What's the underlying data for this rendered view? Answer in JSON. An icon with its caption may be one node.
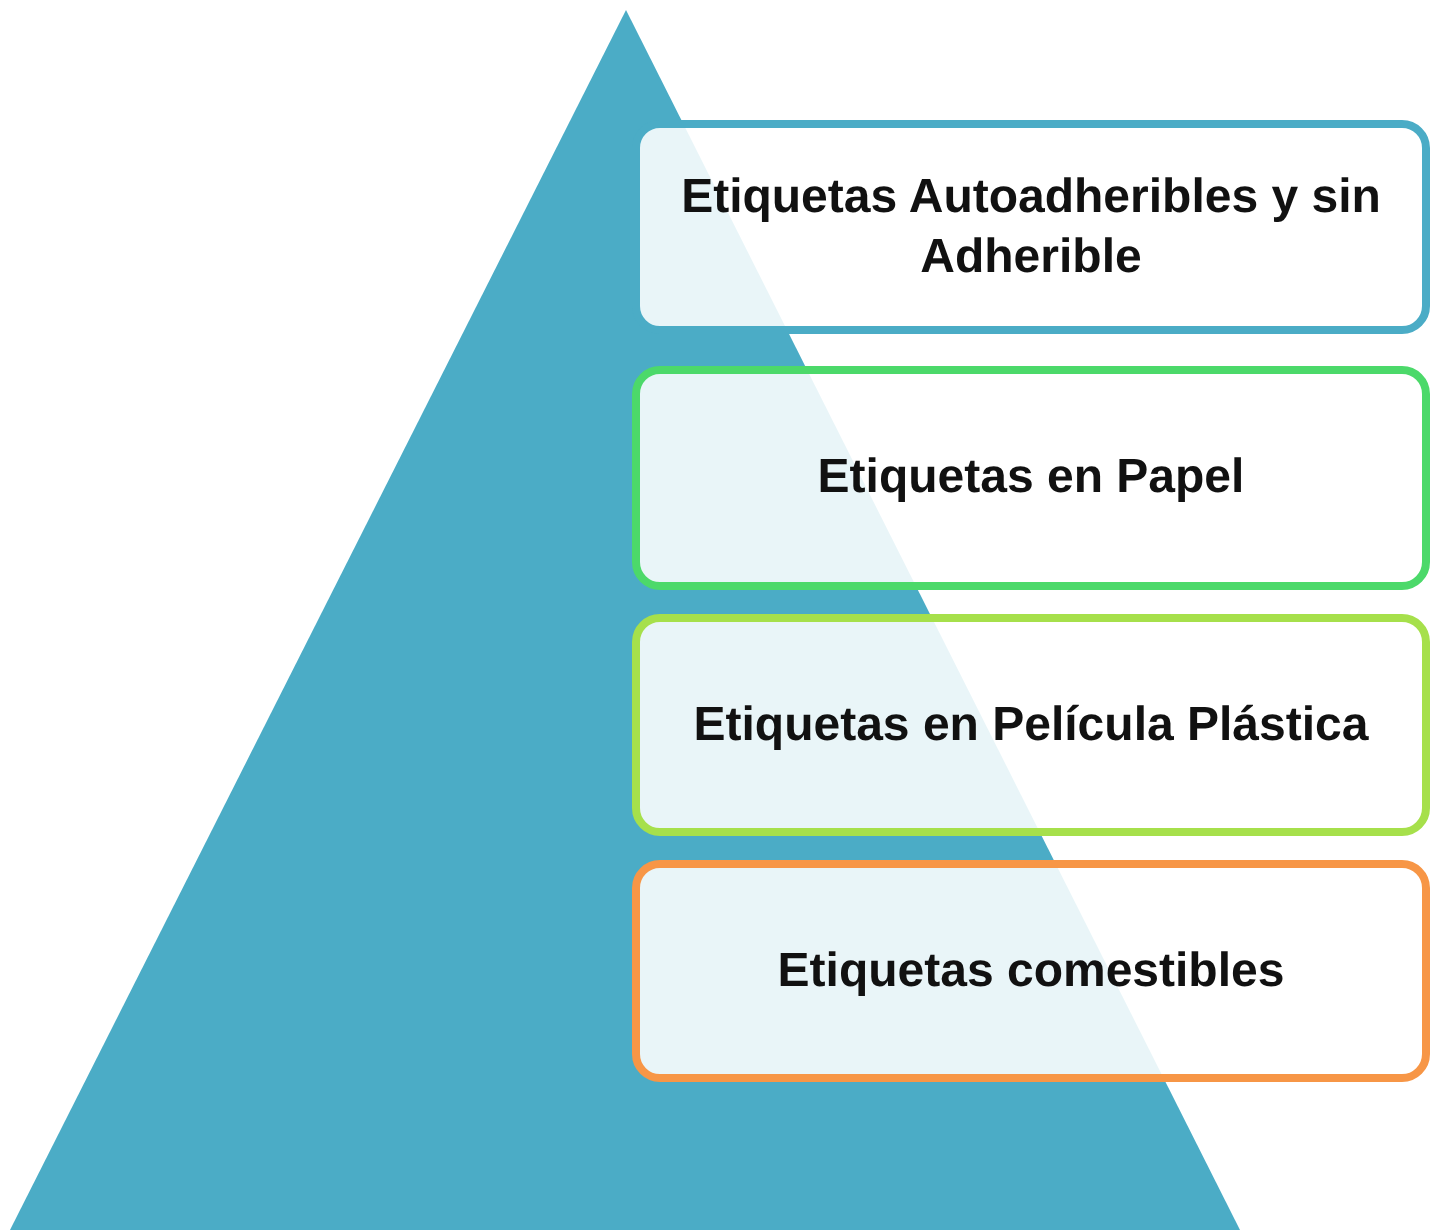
{
  "diagram": {
    "nodes": [
      {
        "text": [
          "Etiquetas Autoadheribles y sin Adherible"
        ]
      },
      {
        "text": [
          "Etiquetas en Papel"
        ]
      },
      {
        "text": [
          "Etiquetas en Película Plástica"
        ]
      },
      {
        "text": [
          "Etiquetas comestibles"
        ]
      }
    ]
  }
}
